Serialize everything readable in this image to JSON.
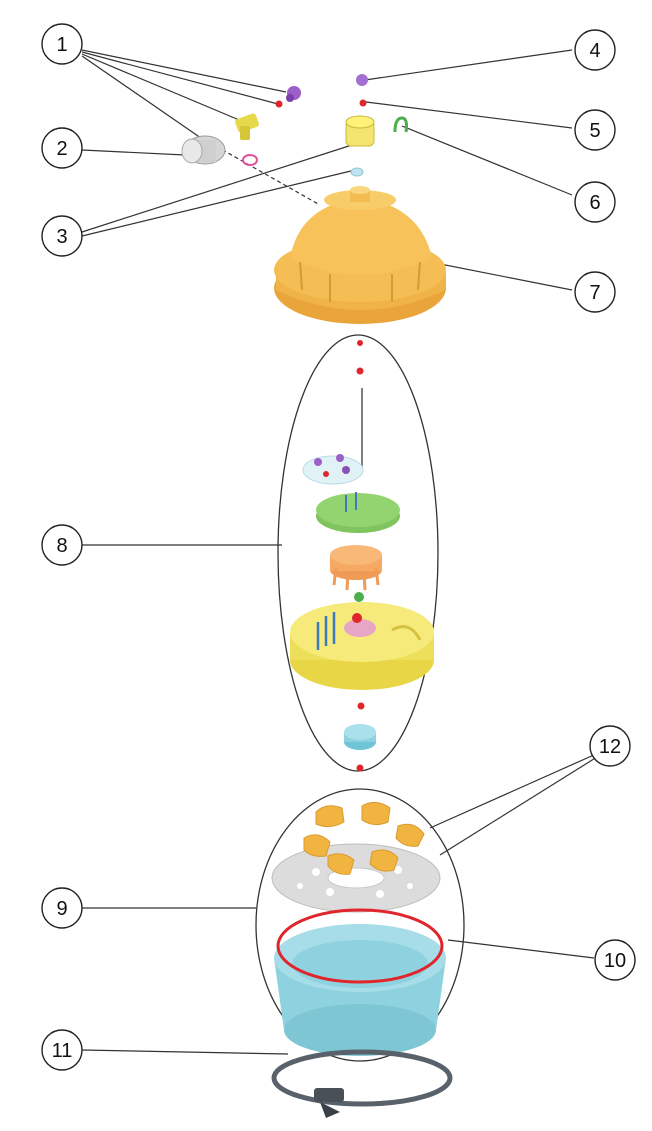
{
  "diagram": {
    "callouts": [
      "1",
      "2",
      "3",
      "4",
      "5",
      "6",
      "7",
      "8",
      "9",
      "10",
      "11",
      "12"
    ],
    "colors": {
      "orange": "#f2b441",
      "yellow": "#f3e56f",
      "green": "#8ccf6a",
      "light_orange": "#f5a560",
      "cyan": "#9fdbe6",
      "purple": "#9b5fc7",
      "red": "#e0262c",
      "gray_ring": "#dcdcdc",
      "clamp": "#59616a"
    }
  }
}
